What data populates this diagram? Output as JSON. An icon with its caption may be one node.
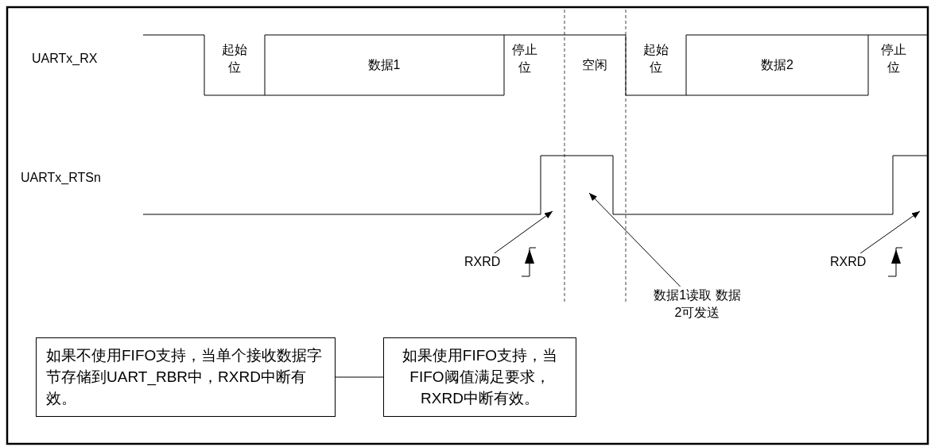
{
  "diagram": {
    "nodes": [
      {
        "text": [
          "如果不使用FIFO支持，当单个接收数据字节存储到UART_RBR中，RXRD中断有效。"
        ]
      },
      {
        "text": [
          "如果使用FIFO支持，当FIFO阈值满足要求，RXRD中断有效。"
        ]
      },
      {
        "text": [
          "数据1读取 数据2可发送"
        ]
      },
      {
        "text": [
          "RXRD"
        ]
      },
      {
        "text": [
          "RXRD"
        ]
      }
    ],
    "edges": [
      {
        "from": 0,
        "to": 1,
        "arrow": "none"
      },
      {
        "from": 2,
        "to": null,
        "arrow": "to"
      },
      {
        "from": 3,
        "to": null,
        "arrow": "to"
      },
      {
        "from": 4,
        "to": null,
        "arrow": "to"
      }
    ],
    "labels": [
      "UARTx_RX",
      "起始位",
      "数据1",
      "停止位",
      "空闲",
      "起始位",
      "数据2",
      "停止位",
      "UARTx_RTSn"
    ]
  }
}
